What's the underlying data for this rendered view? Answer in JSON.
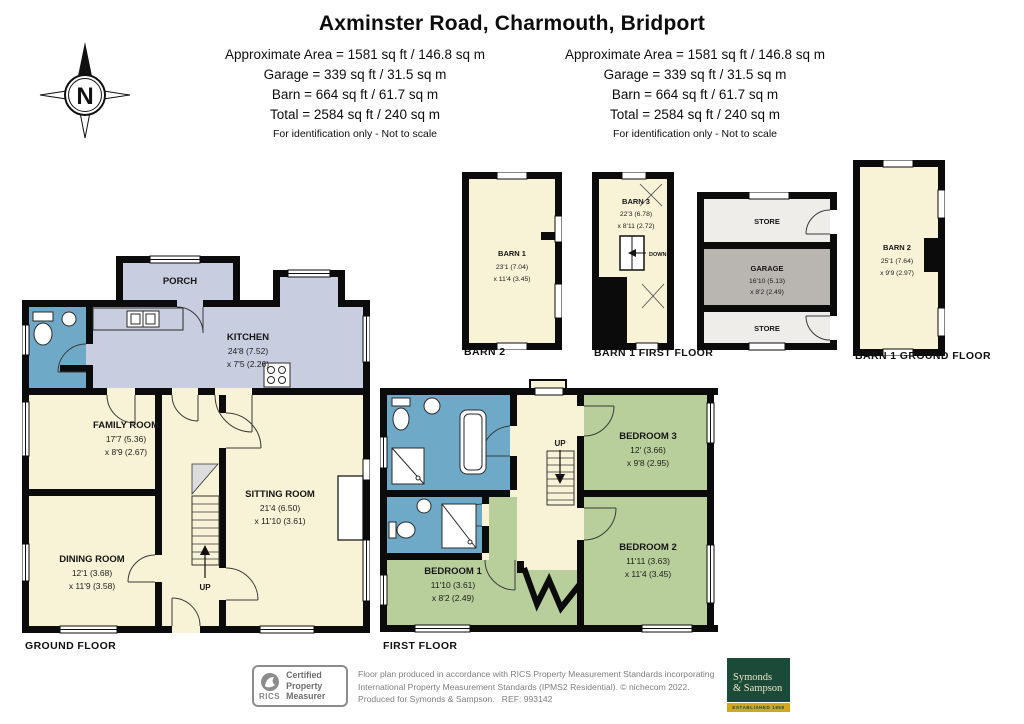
{
  "header": {
    "title": "Axminster Road, Charmouth, Bridport",
    "summary_left": {
      "approx": "Approximate Area = 1581 sq ft / 146.8 sq m",
      "garage": "Garage = 339 sq ft / 31.5 sq m",
      "barn": "Barn = 664 sq ft / 61.7 sq m",
      "total": "Total = 2584 sq ft / 240 sq m",
      "note": "For identification only - Not to scale"
    },
    "summary_right": {
      "approx": "Approximate Area = 1581 sq ft / 146.8 sq m",
      "garage": "Garage = 339 sq ft / 31.5 sq m",
      "barn": "Barn = 664 sq ft / 61.7 sq m",
      "total": "Total = 2584 sq ft / 240 sq m",
      "note": "For identification only - Not to scale"
    }
  },
  "compass": {
    "north": "N"
  },
  "ground_floor": {
    "caption": "GROUND FLOOR",
    "porch": {
      "name": "PORCH"
    },
    "kitchen": {
      "name": "KITCHEN",
      "d1": "24'8 (7.52)",
      "d2": "x 7'5 (2.26)"
    },
    "family": {
      "name": "FAMILY ROOM",
      "d1": "17'7 (5.36)",
      "d2": "x 8'9 (2.67)"
    },
    "dining": {
      "name": "DINING ROOM",
      "d1": "12'1 (3.68)",
      "d2": "x 11'9 (3.58)"
    },
    "sitting": {
      "name": "SITTING ROOM",
      "d1": "21'4 (6.50)",
      "d2": "x 11'10 (3.61)"
    },
    "stairs_label": "UP"
  },
  "first_floor": {
    "caption": "FIRST FLOOR",
    "bedroom1": {
      "name": "BEDROOM 1",
      "d1": "11'10 (3.61)",
      "d2": "x 8'2 (2.49)"
    },
    "bedroom2": {
      "name": "BEDROOM 2",
      "d1": "11'11 (3.63)",
      "d2": "x 11'4 (3.45)"
    },
    "bedroom3": {
      "name": "BEDROOM 3",
      "d1": "12' (3.66)",
      "d2": "x 9'8 (2.95)"
    },
    "stairs_label": "UP"
  },
  "barn2_plan": {
    "caption": "BARN 2",
    "room": {
      "name": "BARN 1",
      "d1": "23'1 (7.04)",
      "d2": "x 11'4 (3.45)"
    }
  },
  "barn1_first_plan": {
    "caption": "BARN 1 FIRST FLOOR",
    "room": {
      "name": "BARN 3",
      "d1": "22'3 (6.78)",
      "d2": "x 8'11 (2.72)"
    },
    "stairs_label": "DOWN"
  },
  "garage_plan": {
    "store_top": "STORE",
    "garage": {
      "name": "GARAGE",
      "d1": "16'10 (5.13)",
      "d2": "x 8'2 (2.49)"
    },
    "store_bottom": "STORE"
  },
  "barn1_ground_plan": {
    "caption": "BARN 1 GROUND FLOOR",
    "room": {
      "name": "BARN 2",
      "d1": "25'1 (7.64)",
      "d2": "x 9'9 (2.97)"
    }
  },
  "footer": {
    "rics": {
      "brand": "RICS",
      "l1": "Certified",
      "l2": "Property",
      "l3": "Measurer"
    },
    "disclaimer": {
      "l1": "Floor plan produced in accordance with RICS Property Measurement Standards incorporating",
      "l2": "International Property Measurement Standards (IPMS2 Residential).  © nichecom 2022.",
      "l3": "Produced for Symonds & Sampson.   REF: 993142"
    },
    "agent": {
      "l1": "Symonds",
      "l2": "& Sampson",
      "l3": "ESTABLISHED 1858"
    }
  },
  "colors": {
    "wall": "#0b0b0b",
    "room_cream": "#f8f3d6",
    "kitchen_lavender": "#c9cde0",
    "bathroom_blue": "#6fa9c8",
    "bedroom_green": "#b9cf9b",
    "garage_grey": "#b9b5b1",
    "store_grey": "#eeede9",
    "agent_green": "#1b4a38",
    "agent_gold": "#d1a622"
  }
}
